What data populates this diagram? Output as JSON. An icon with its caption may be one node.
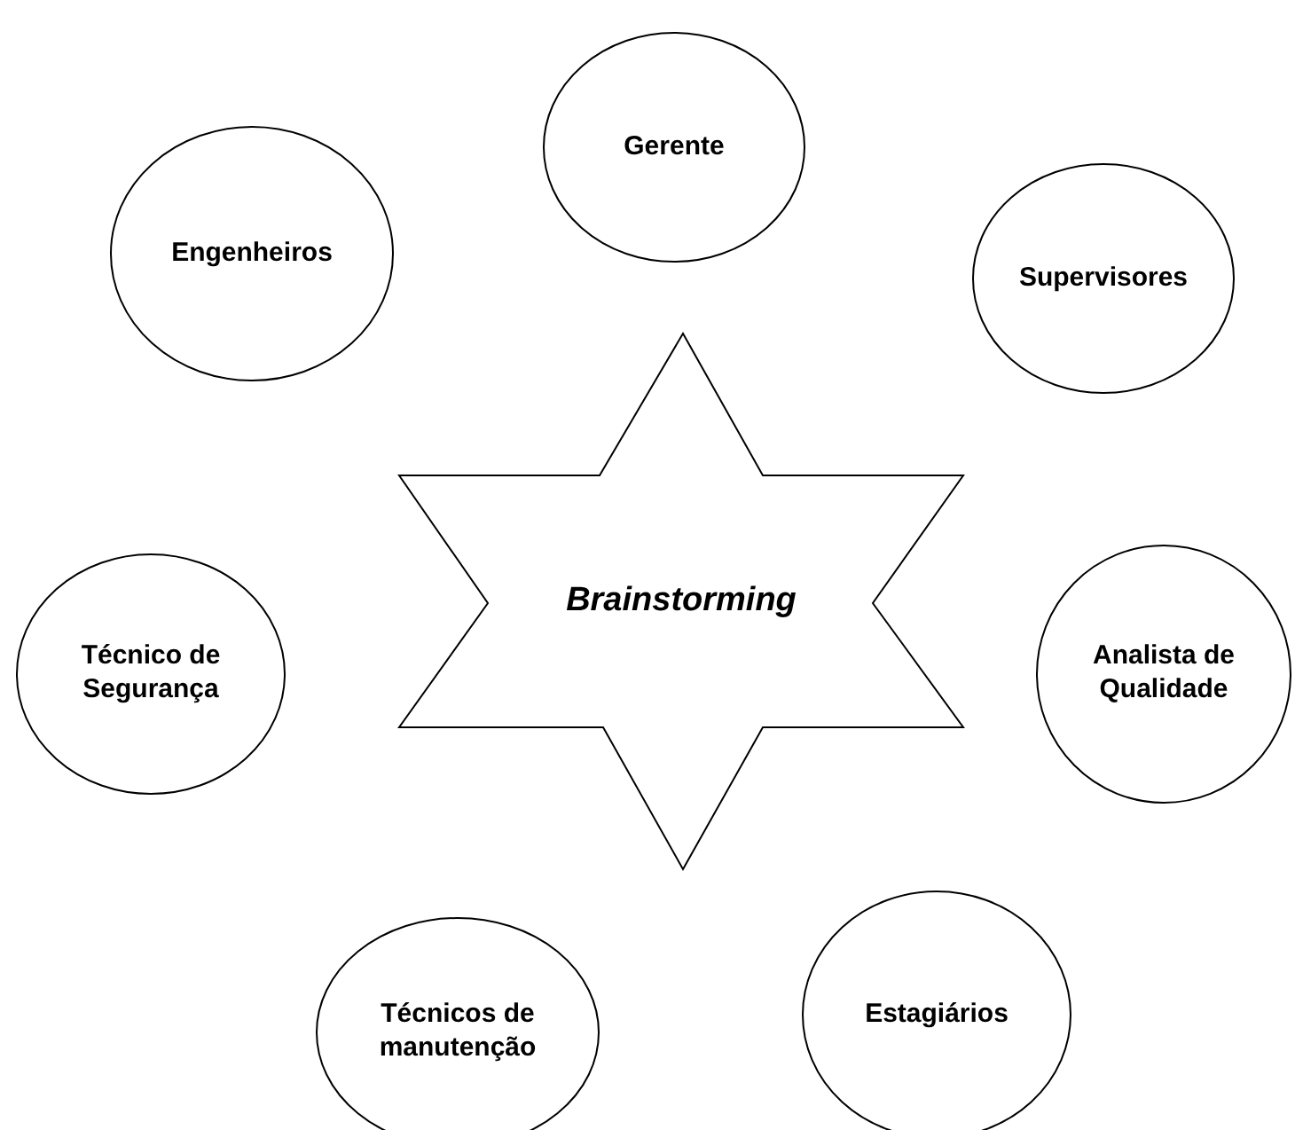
{
  "diagram": {
    "nodes": [
      {
        "text": [
          "Gerente"
        ]
      },
      {
        "text": [
          "Engenheiros"
        ]
      },
      {
        "text": [
          "Supervisores"
        ]
      },
      {
        "text": [
          "Brainstorming"
        ]
      },
      {
        "text": [
          "Técnico de Segurança"
        ]
      },
      {
        "text": [
          "Analista de Qualidade"
        ]
      },
      {
        "text": [
          "Técnicos de manutenção"
        ]
      },
      {
        "text": [
          "Estagiários"
        ]
      }
    ]
  }
}
